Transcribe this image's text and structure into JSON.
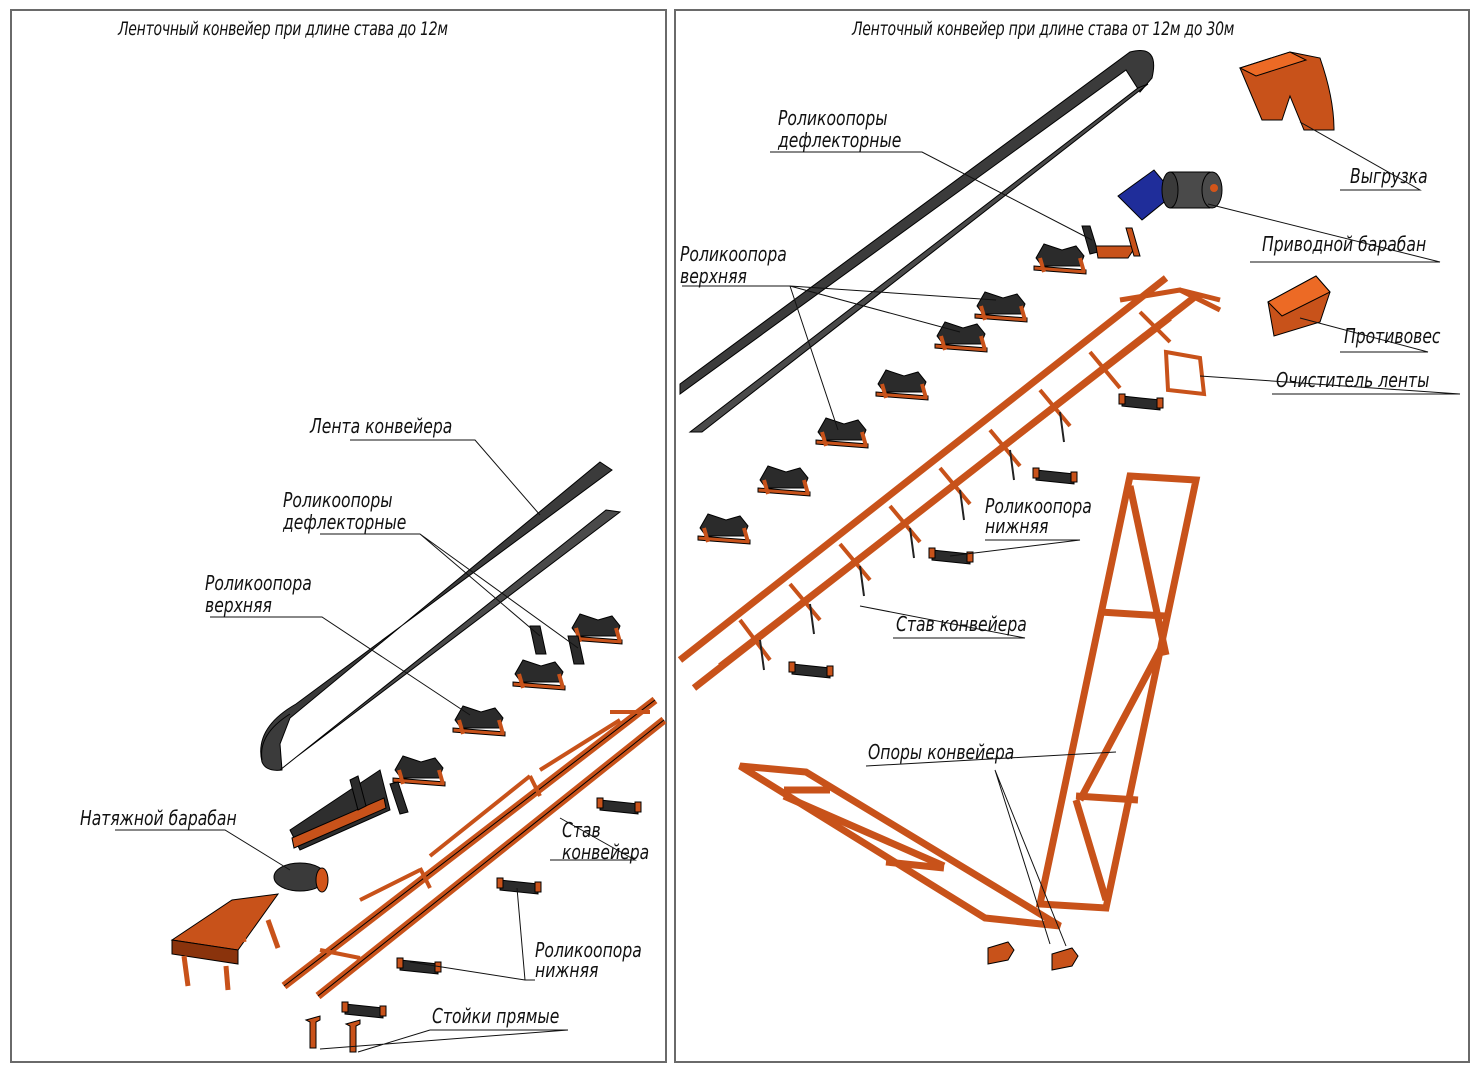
{
  "panels": [
    {
      "title": "Ленточный конвейер при длине става до 12м",
      "labels": {
        "belt": "Лента конвейера",
        "deflector_1": "Роликоопоры",
        "deflector_2": "дефлекторные",
        "upper_1": "Роликоопора",
        "upper_2": "верхняя",
        "tension_drum": "Натяжной барабан",
        "frame_1": "Став",
        "frame_2": "конвейера",
        "lower_1": "Роликоопора",
        "lower_2": "нижняя",
        "posts": "Стойки прямые"
      }
    },
    {
      "title": "Ленточный конвейер при длине става от 12м до 30м",
      "labels": {
        "deflector_1": "Роликоопоры",
        "deflector_2": "дефлекторные",
        "upper_1": "Роликоопора",
        "upper_2": "верхняя",
        "unloading": "Выгрузка",
        "drive_drum": "Приводной барабан",
        "counterweight": "Противовес",
        "belt_cleaner": "Очиститель ленты",
        "lower_1": "Роликоопора",
        "lower_2": "нижняя",
        "frame": "Став конвейера",
        "supports": "Опоры конвейера"
      }
    }
  ],
  "colors": {
    "steel_orange": "#d2551a",
    "steel_dark": "#8a330c",
    "belt": "#3a3a3a",
    "motor": "#1f2d9a",
    "frame_border": "#6a6a6a"
  }
}
